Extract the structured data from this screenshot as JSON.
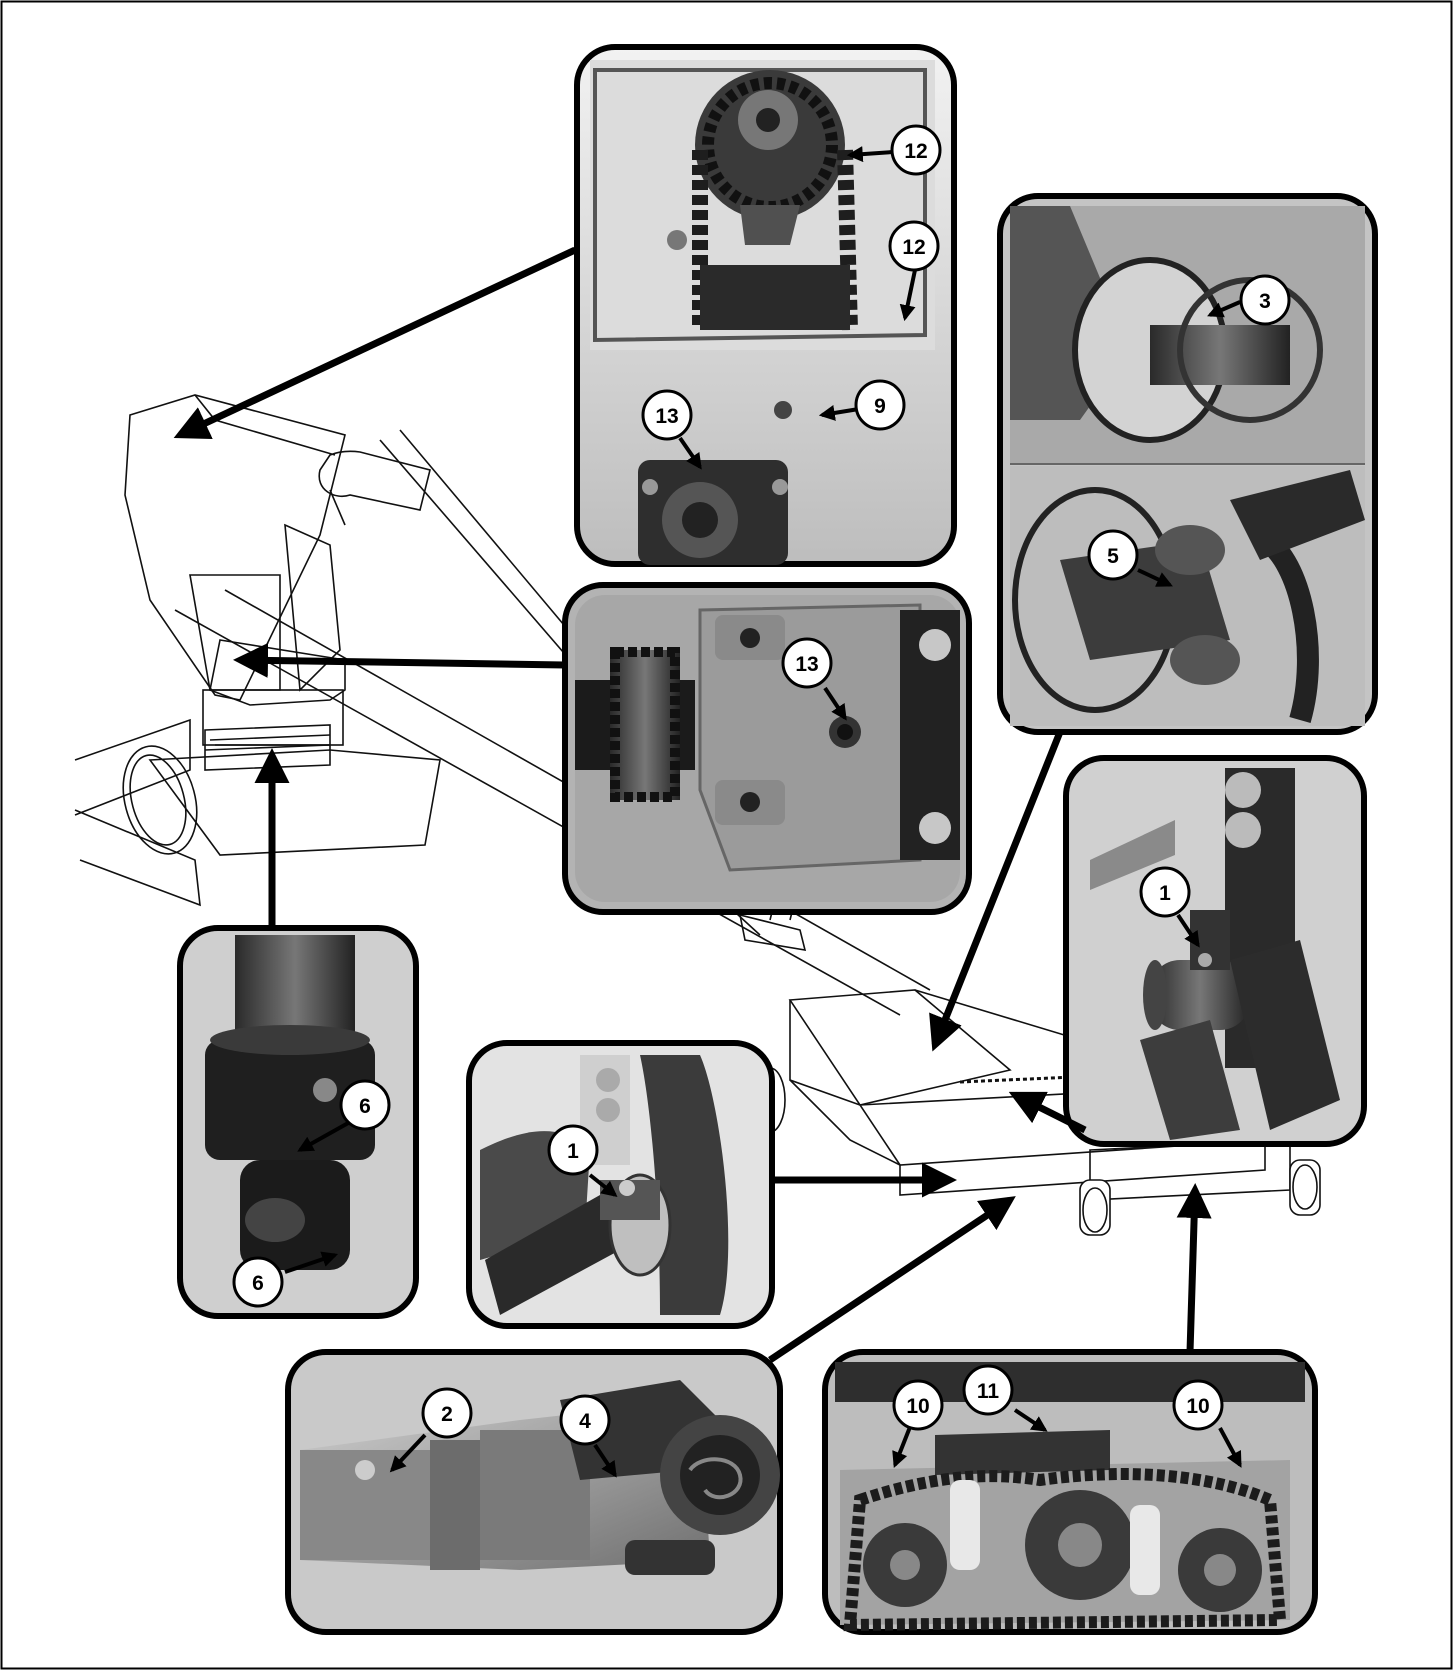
{
  "figure": {
    "panels": [
      {
        "id": "p_top",
        "callouts": [
          "12",
          "12",
          "9",
          "13"
        ]
      },
      {
        "id": "p_mid",
        "callouts": [
          "13"
        ]
      },
      {
        "id": "p_left",
        "callouts": [
          "6",
          "6"
        ]
      },
      {
        "id": "p_right_top",
        "callouts": [
          "3",
          "5"
        ]
      },
      {
        "id": "p_right_mid",
        "callouts": [
          "1"
        ]
      },
      {
        "id": "p_center",
        "callouts": [
          "1"
        ]
      },
      {
        "id": "p_bot_left",
        "callouts": [
          "2",
          "4"
        ]
      },
      {
        "id": "p_bot_right",
        "callouts": [
          "10",
          "11",
          "10"
        ]
      }
    ]
  }
}
